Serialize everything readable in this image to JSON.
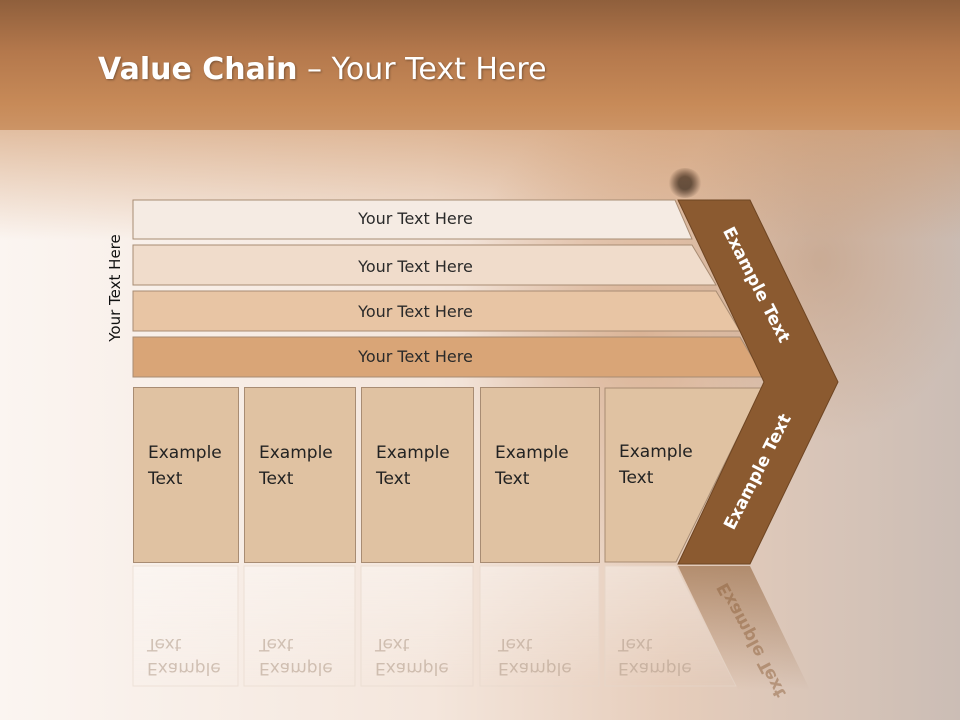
{
  "slide": {
    "title_bold": "Value Chain",
    "title_rest": " – Your Text Here",
    "side_label": "Your Text Here"
  },
  "bars": [
    {
      "label": "Your Text Here"
    },
    {
      "label": "Your Text Here"
    },
    {
      "label": "Your Text Here"
    },
    {
      "label": "Your Text Here"
    }
  ],
  "boxes": [
    {
      "line1": "Example",
      "line2": "Text"
    },
    {
      "line1": "Example",
      "line2": "Text"
    },
    {
      "line1": "Example",
      "line2": "Text"
    },
    {
      "line1": "Example",
      "line2": "Text"
    },
    {
      "line1": "Example",
      "line2": "Text"
    }
  ],
  "chevron": {
    "upper_label": "Example Text",
    "lower_label": "Example Text"
  },
  "colors": {
    "header": "#b4784c",
    "chevron": "#8b5a30",
    "bar_1": "#f5ebe3",
    "bar_2": "#f0dccb",
    "bar_3": "#e8c5a4",
    "bar_4": "#d9a577",
    "box": "#e0c2a2"
  }
}
